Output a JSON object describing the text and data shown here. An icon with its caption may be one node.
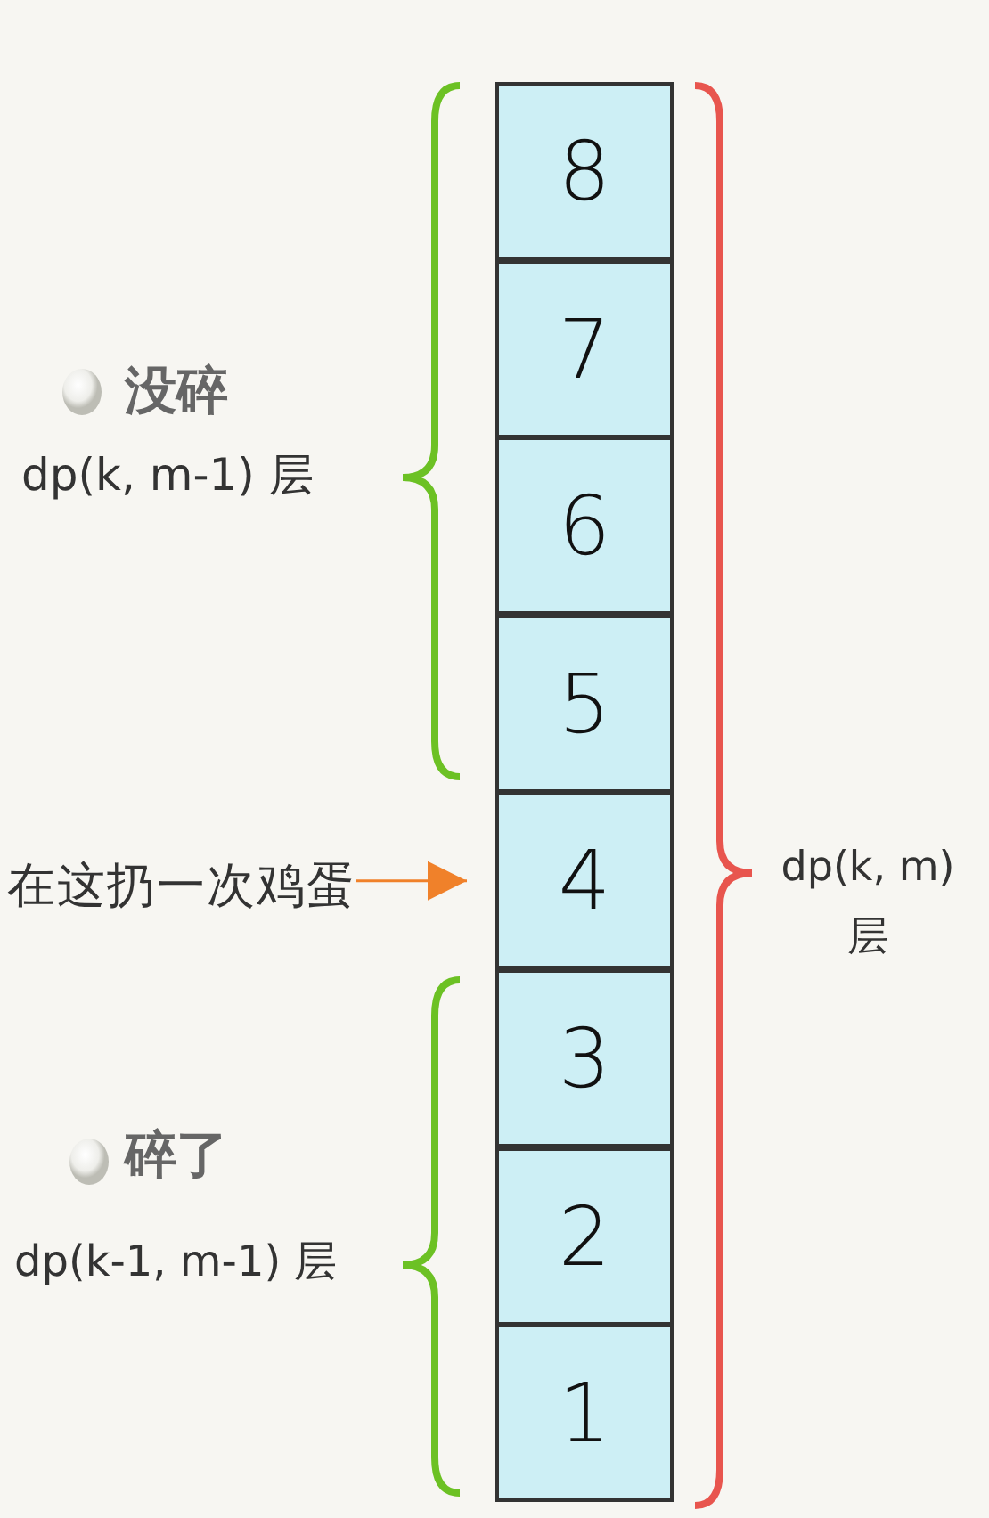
{
  "diagram": {
    "nodes": [
      {
        "text": [
          "8"
        ]
      },
      {
        "text": [
          "7"
        ]
      },
      {
        "text": [
          "6"
        ]
      },
      {
        "text": [
          "5"
        ]
      },
      {
        "text": [
          "4"
        ]
      },
      {
        "text": [
          "3"
        ]
      },
      {
        "text": [
          "2"
        ]
      },
      {
        "text": [
          "1"
        ]
      },
      {
        "text": [
          "在这扔一次鸡蛋"
        ]
      }
    ],
    "edges": [
      {
        "from": 8,
        "to": 4,
        "arrow": "to"
      }
    ],
    "labels": [
      "没碎",
      "dp(k, m-1) 层",
      "碎了",
      "dp(k-1, m-1) 层",
      "dp(k, m) 层"
    ]
  }
}
